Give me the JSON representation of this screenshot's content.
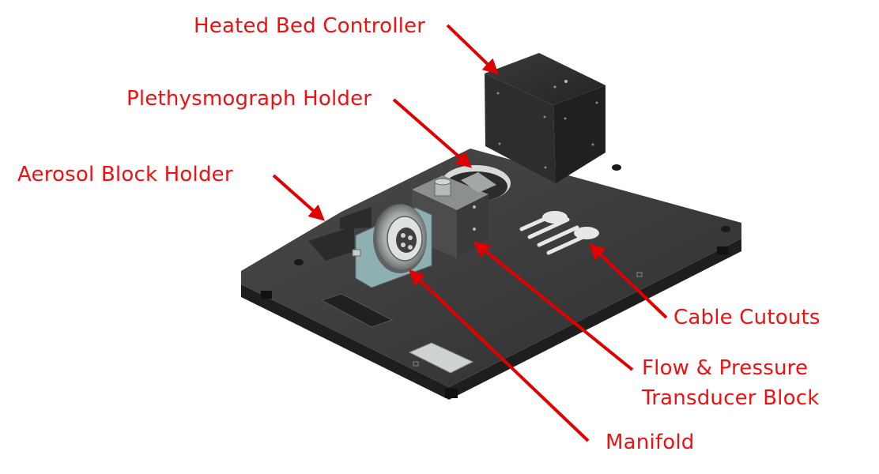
{
  "colors": {
    "label": "#ee1111",
    "arrow": "#e00000",
    "plate_top": "#3c3c3d",
    "plate_edge": "#1e1e1f",
    "controller": "#2a2a2b",
    "manifold_plate": "#8fb0b2",
    "transducer": "#4a4a4b"
  },
  "labels": {
    "heated_bed_controller": "Heated Bed Controller",
    "plethysmograph_holder": "Plethysmograph Holder",
    "aerosol_block_holder": "Aerosol Block Holder",
    "cable_cutouts": "Cable Cutouts",
    "flow_pressure_line1": "Flow & Pressure",
    "flow_pressure_line2": "Transducer Block",
    "manifold": "Manifold"
  }
}
